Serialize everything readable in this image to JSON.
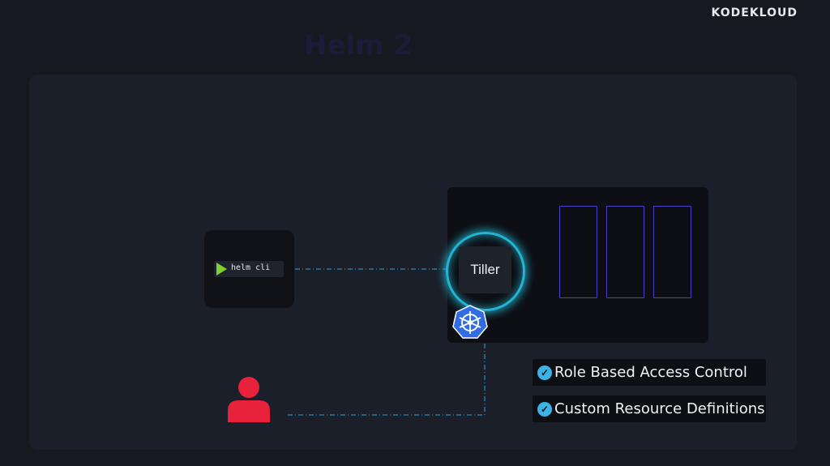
{
  "header": {
    "logo_text": "KODEKLOUD",
    "ghost_title": "Helm 2"
  },
  "diagram": {
    "client_label": "helm cli",
    "server_label": "Tiller",
    "pods": 3,
    "features": [
      {
        "label": "Role Based Access Control",
        "icon": "check-circle-icon"
      },
      {
        "label": "Custom Resource Definitions",
        "icon": "check-circle-icon"
      }
    ]
  },
  "colors": {
    "background": "#161a20",
    "panel": "#1b1f29",
    "ring": "#23b6d4",
    "pod_border": "#4b40c9",
    "arrow": "#2fa8d8",
    "user": "#e8223b",
    "cli_play": "#7bd12f",
    "k8s": "#326ce5",
    "check": "#3bb4e5"
  },
  "icons": {
    "user": "user-icon",
    "kubernetes": "kubernetes-icon",
    "terminal": "play-icon"
  }
}
